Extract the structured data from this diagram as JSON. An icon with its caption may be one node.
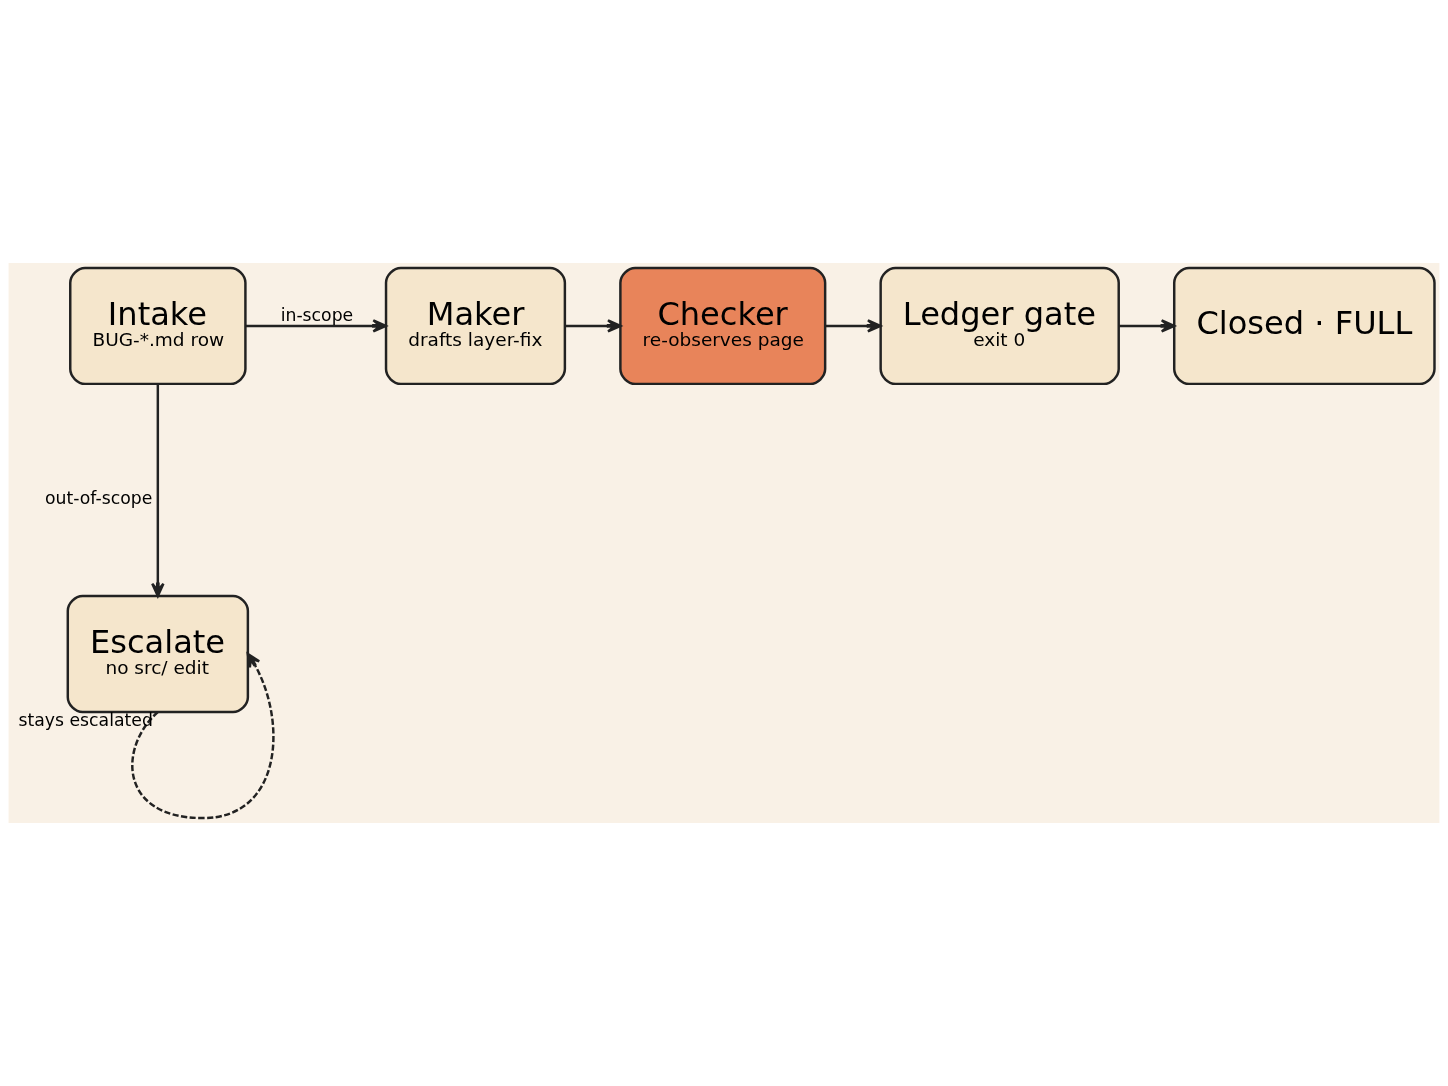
{
  "diagram": {
    "nodes": [
      {
        "text": [
          "Intake",
          "BUG-*.md row"
        ]
      },
      {
        "text": [
          "Maker",
          "drafts layer-fix"
        ]
      },
      {
        "text": [
          "Checker",
          "re-observes page"
        ]
      },
      {
        "text": [
          "Ledger gate",
          "exit 0"
        ]
      },
      {
        "text": [
          "Closed · FULL"
        ]
      },
      {
        "text": [
          "Escalate",
          "no src/ edit"
        ]
      }
    ],
    "edges": [
      {
        "from": 0,
        "to": 1,
        "arrow": "to",
        "label": "in-scope"
      },
      {
        "from": 1,
        "to": 2,
        "arrow": "to"
      },
      {
        "from": 2,
        "to": 3,
        "arrow": "to"
      },
      {
        "from": 3,
        "to": 4,
        "arrow": "to"
      },
      {
        "from": 0,
        "to": 5,
        "arrow": "to",
        "label": "out-of-scope"
      },
      {
        "from": 5,
        "to": 5,
        "arrow": "to",
        "label": "stays escalated",
        "style": "dashed"
      }
    ]
  }
}
